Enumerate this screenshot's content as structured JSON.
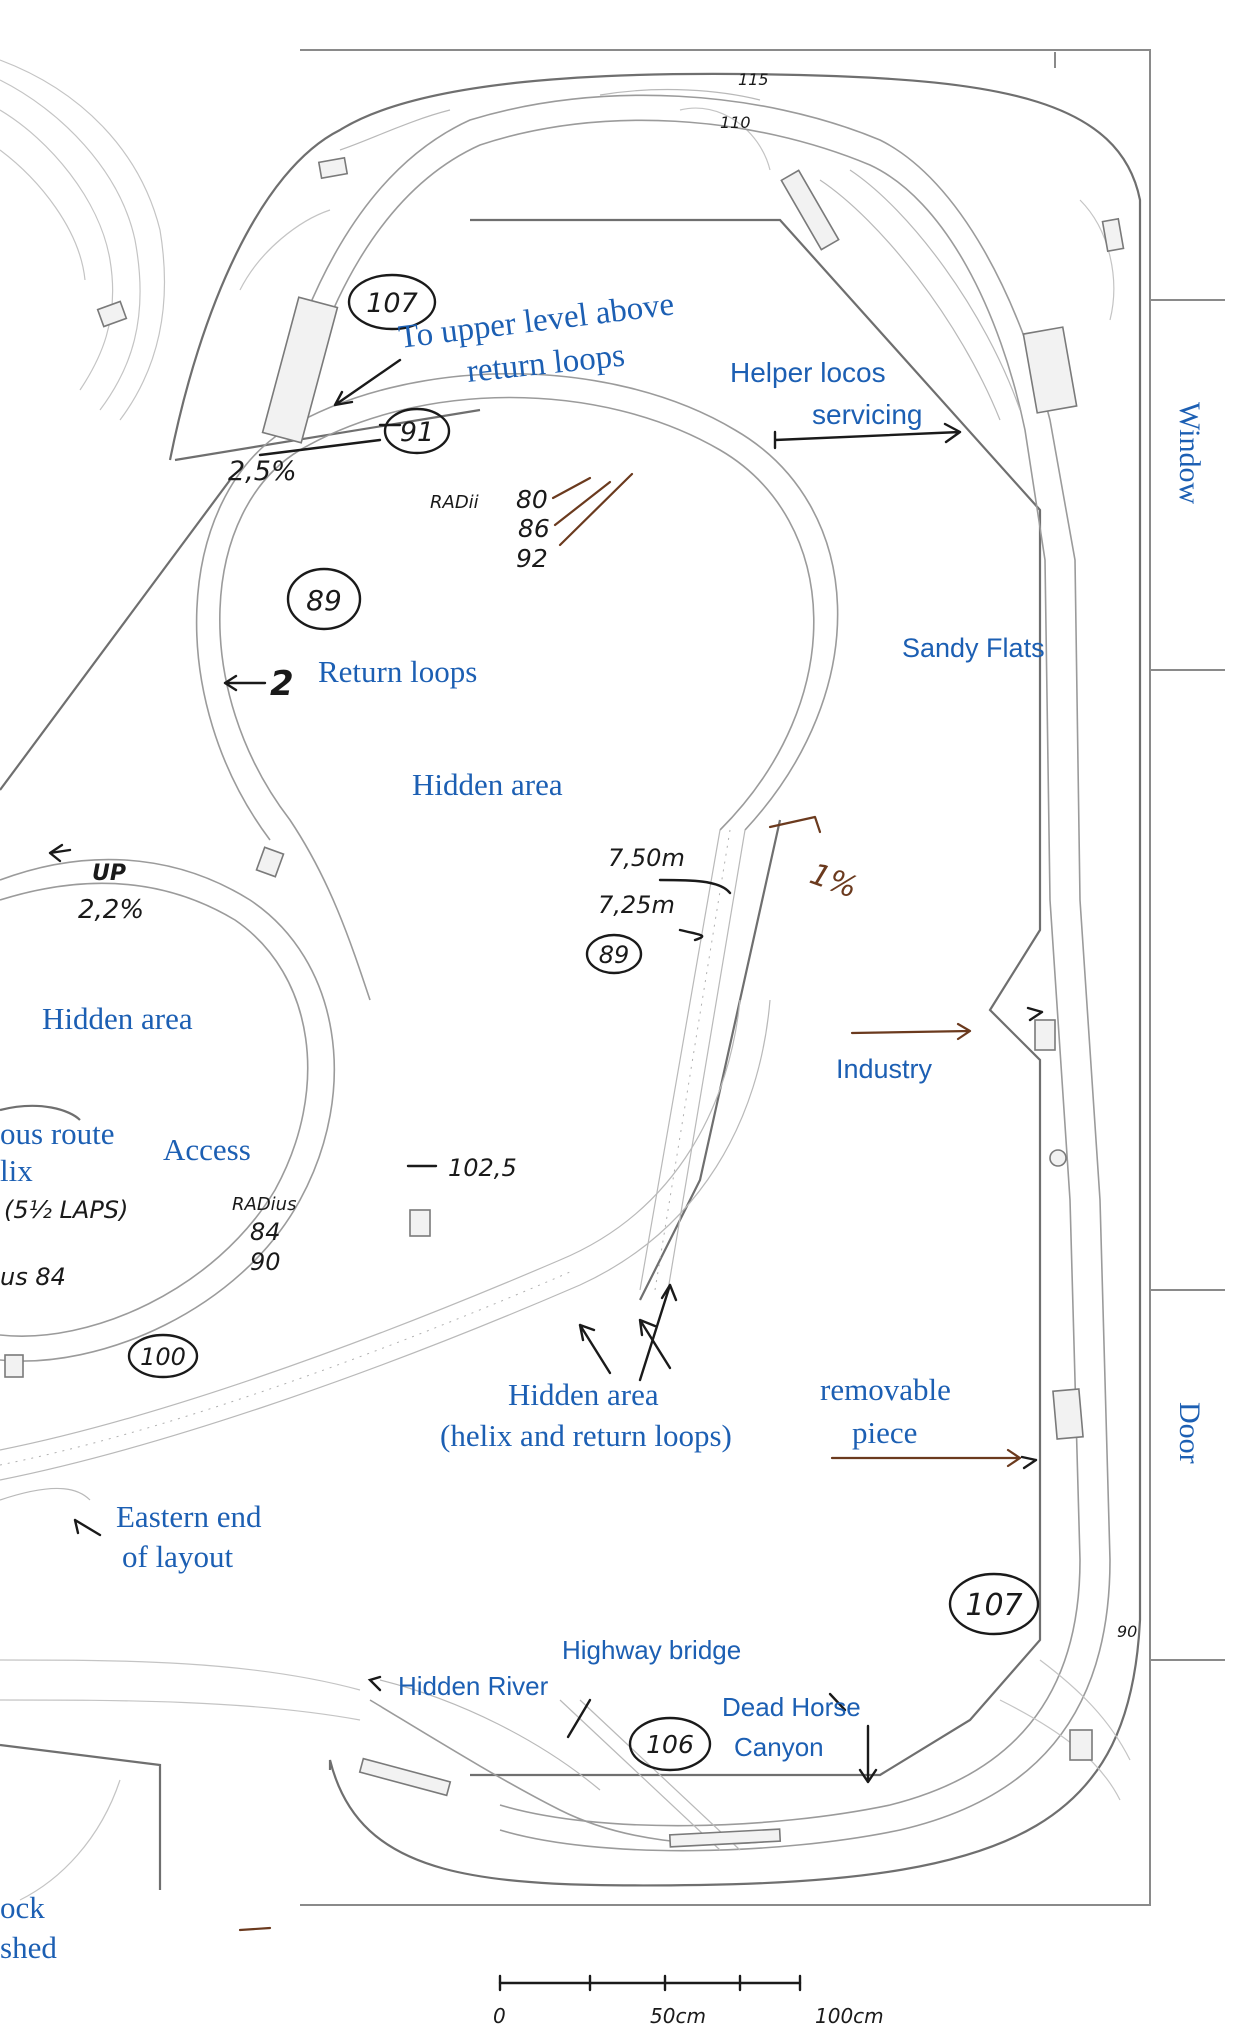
{
  "labels": {
    "to_upper_level_1": "To upper level above",
    "to_upper_level_2": "return loops",
    "helper_locos_1": "Helper locos",
    "helper_locos_2": "servicing",
    "window": "Window",
    "return_loops": "Return loops",
    "hidden_area_center": "Hidden area",
    "sandy_flats": "Sandy Flats",
    "hidden_area_left": "Hidden area",
    "access": "Access",
    "continuous_route_1": "ous route",
    "continuous_route_2": "lix",
    "industry": "Industry",
    "hidden_area_bottom_1": "Hidden area",
    "hidden_area_bottom_2": "(helix and return loops)",
    "removable_1": "removable",
    "removable_2": "piece",
    "door": "Door",
    "eastern_end_1": "Eastern end",
    "eastern_end_2": "of layout",
    "highway_bridge": "Highway bridge",
    "hidden_river": "Hidden River",
    "dead_horse_1": "Dead Horse",
    "dead_horse_2": "Canyon",
    "lock_shed_1": "ock",
    "lock_shed_2": "shed"
  },
  "annotations": {
    "grade_top": "2,5%",
    "radii_label": "RADii",
    "radii_80": "80",
    "radii_86": "86",
    "radii_92": "92",
    "up_label": "UP",
    "grade_up": "2,2%",
    "dist_750": "7,50m",
    "dist_725": "7,25m",
    "grade_1pct": "1%",
    "laps": "(5½ LAPS)",
    "radius_label": "RADius",
    "radius_84": "84",
    "radius_90": "90",
    "radius_84_left": "us 84",
    "dim_1025": "102,5",
    "radius_110": "110",
    "radius_115": "115",
    "radius_90_small": "90",
    "arrow_2": "2"
  },
  "heights": {
    "h107_top": "107",
    "h91": "91",
    "h89_top": "89",
    "h89_mid": "89",
    "h100": "100",
    "h107_bottom": "107",
    "h106": "106"
  },
  "scale_bar": {
    "zero": "0",
    "mid": "50cm",
    "end": "100cm"
  },
  "colors": {
    "label_blue": "#1c5fb3",
    "ink_black": "#1a1a1a",
    "ink_brown": "#6b3a1e",
    "pencil_gray": "#8a8a8a"
  }
}
